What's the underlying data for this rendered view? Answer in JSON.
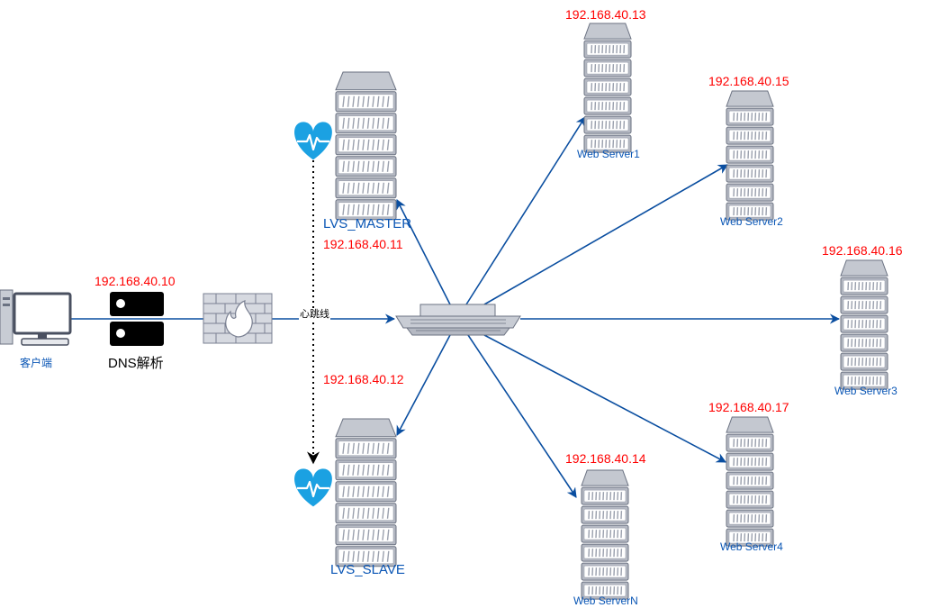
{
  "nodes": {
    "client": {
      "label": "客户端",
      "icon": "desktop-computer-icon"
    },
    "dns": {
      "label": "DNS解析",
      "ip": "192.168.40.10",
      "icon": "dns-server-icon"
    },
    "firewall": {
      "icon": "firewall-icon"
    },
    "lvs_master": {
      "label": "LVS_MASTER",
      "ip": "192.168.40.11",
      "icon": "server-rack-icon",
      "heartbeat_icon": "heartbeat-icon"
    },
    "lvs_slave": {
      "label": "LVS_SLAVE",
      "ip": "192.168.40.12",
      "icon": "server-rack-icon",
      "heartbeat_icon": "heartbeat-icon"
    },
    "switch": {
      "icon": "network-switch-icon"
    },
    "web1": {
      "label": "Web Server1",
      "ip": "192.168.40.13"
    },
    "web2": {
      "label": "Web Server2",
      "ip": "192.168.40.15"
    },
    "web3": {
      "label": "Web Server3",
      "ip": "192.168.40.16"
    },
    "web4": {
      "label": "Web Server4",
      "ip": "192.168.40.17"
    },
    "webN": {
      "label": "Web ServerN",
      "ip": "192.168.40.14"
    }
  },
  "edges": {
    "heartbeat_label": "心跳线"
  },
  "colors": {
    "ip_text": "#ff0000",
    "node_label": "#0a56b5",
    "edge": "#0a4ea0",
    "server_body": "#b5b9c3",
    "heartbeat": "#1ba1e2"
  }
}
